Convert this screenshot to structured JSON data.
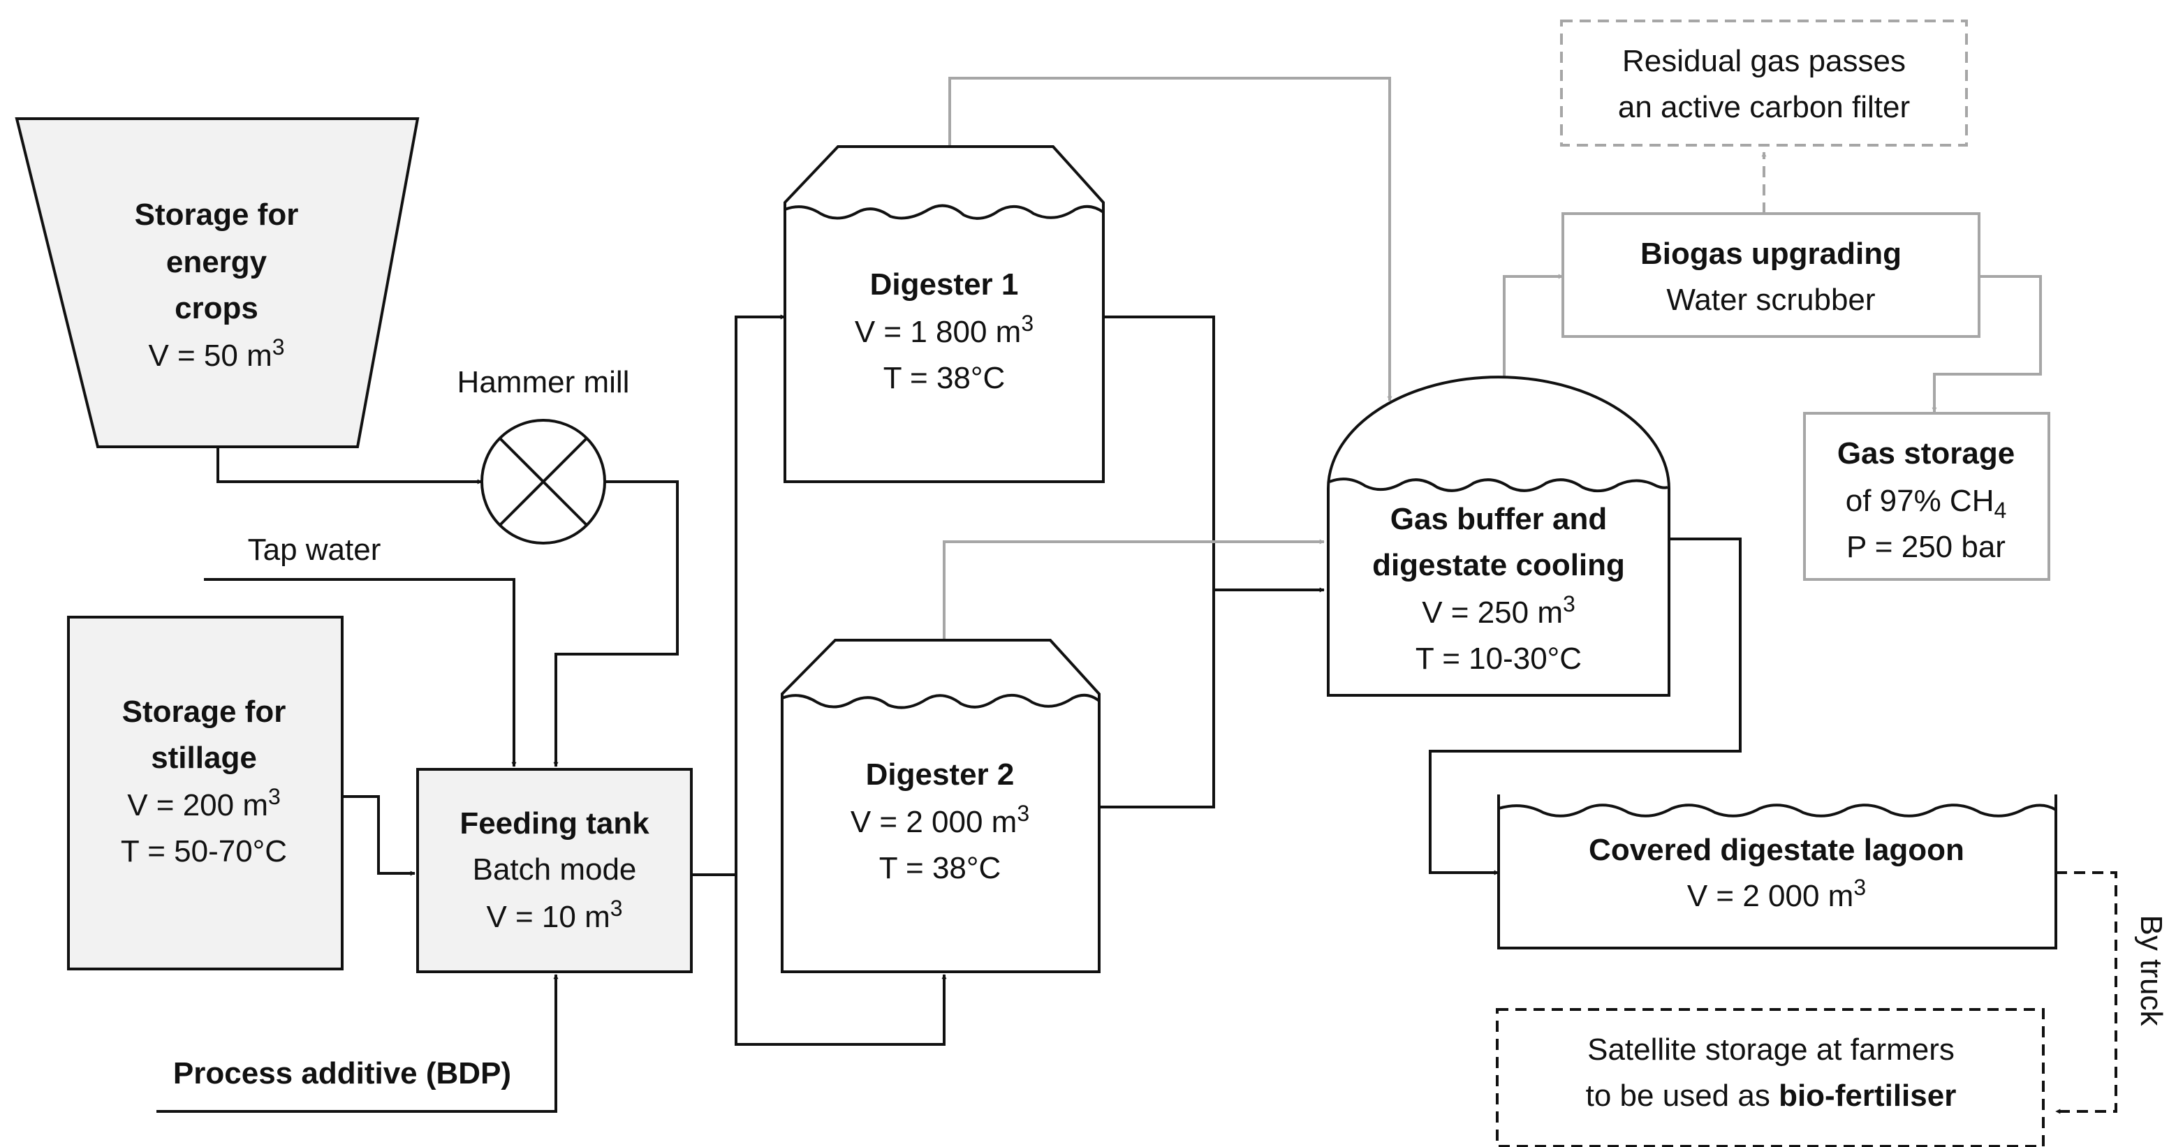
{
  "storage_energy_crops": {
    "line1": "Storage for",
    "line2": "energy",
    "line3": "crops",
    "volume_prefix": "V = 50 m",
    "volume_exp": "3"
  },
  "hammer_mill": {
    "label": "Hammer mill"
  },
  "tap_water": {
    "label": "Tap water"
  },
  "storage_stillage": {
    "line1": "Storage for",
    "line2": "stillage",
    "volume_prefix": "V = 200 m",
    "volume_exp": "3",
    "temperature": "T = 50-70°C"
  },
  "feeding_tank": {
    "title": "Feeding tank",
    "mode": "Batch mode",
    "volume_prefix": "V = 10 m",
    "volume_exp": "3"
  },
  "process_additive": {
    "label": "Process additive (BDP)"
  },
  "digester_1": {
    "title": "Digester 1",
    "volume_prefix": "V = 1 800 m",
    "volume_exp": "3",
    "temperature": "T = 38°C"
  },
  "digester_2": {
    "title": "Digester 2",
    "volume_prefix": "V = 2 000 m",
    "volume_exp": "3",
    "temperature": "T = 38°C"
  },
  "gas_buffer": {
    "line1": "Gas buffer and",
    "line2": "digestate cooling",
    "volume_prefix": "V = 250 m",
    "volume_exp": "3",
    "temperature": "T = 10-30°C"
  },
  "residual_gas": {
    "line1": "Residual gas passes",
    "line2": "an active carbon filter"
  },
  "biogas_upgrading": {
    "title": "Biogas upgrading",
    "subtitle": "Water scrubber"
  },
  "gas_storage": {
    "title": "Gas storage",
    "content_prefix": "of 97% CH",
    "content_sub": "4",
    "pressure": "P = 250 bar"
  },
  "digestate_lagoon": {
    "title": "Covered digestate lagoon",
    "volume_prefix": "V = 2 000 m",
    "volume_exp": "3"
  },
  "by_truck": {
    "label": "By truck"
  },
  "satellite_storage": {
    "line1": "Satellite storage at farmers",
    "line2_prefix": "to be used as ",
    "line2_bold": "bio-fertiliser"
  },
  "colors": {
    "line": "#111111",
    "grey_line": "#a6a6a6",
    "storage_fill": "#f2f2f2"
  }
}
